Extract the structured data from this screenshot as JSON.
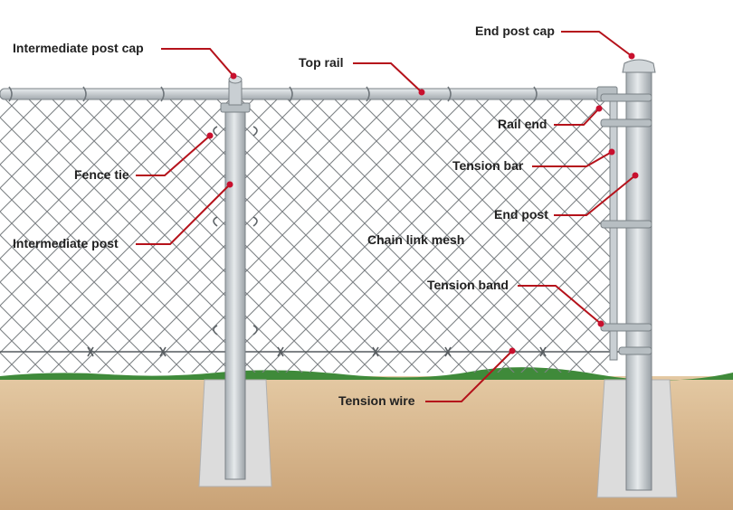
{
  "labels": {
    "intermediate_post_cap": "Intermediate post cap",
    "top_rail": "Top rail",
    "end_post_cap": "End post cap",
    "rail_end": "Rail end",
    "fence_tie": "Fence tie",
    "tension_bar": "Tension bar",
    "end_post": "End post",
    "intermediate_post": "Intermediate post",
    "chain_link_mesh": "Chain link mesh",
    "tension_band": "Tension band",
    "tension_wire": "Tension wire"
  },
  "colors": {
    "leader_line": "#b5121b",
    "dot": "#c8102e",
    "metal": "#c9cfd3",
    "metal_dark": "#6f767b",
    "mesh": "#7d8185",
    "ground": "#d2b48c",
    "grass": "#3f8a3a",
    "concrete": "#dcdcdc"
  }
}
